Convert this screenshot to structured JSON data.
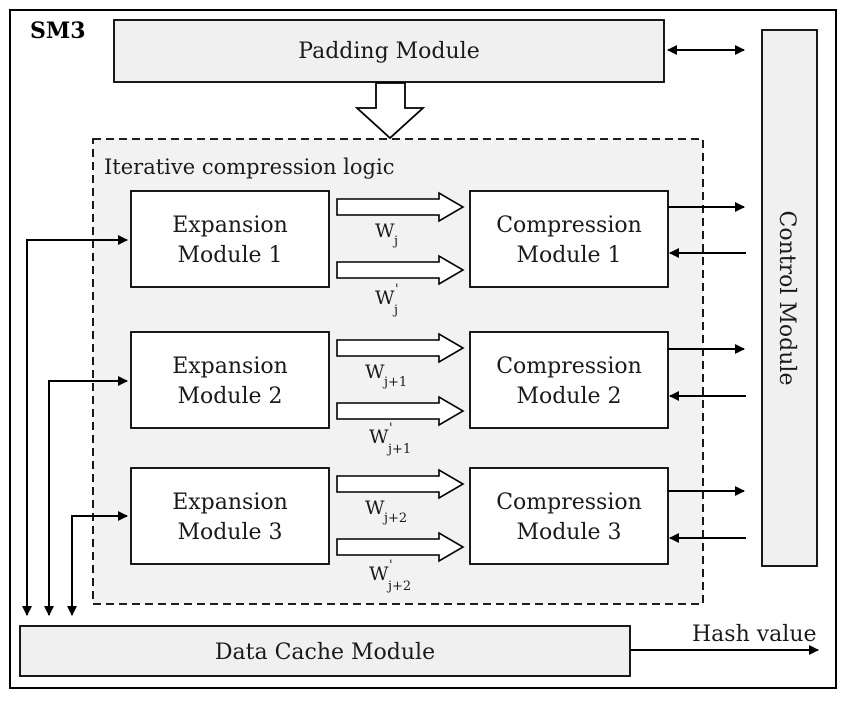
{
  "title": "SM3",
  "padding_module": "Padding Module",
  "control_module": "Control Module",
  "group_label": "Iterative compression logic",
  "data_cache_module": "Data Cache Module",
  "hash_value": "Hash value",
  "expansion": [
    {
      "line1": "Expansion",
      "line2": "Module 1"
    },
    {
      "line1": "Expansion",
      "line2": "Module 2"
    },
    {
      "line1": "Expansion",
      "line2": "Module 3"
    }
  ],
  "compression": [
    {
      "line1": "Compression",
      "line2": "Module 1"
    },
    {
      "line1": "Compression",
      "line2": "Module 2"
    },
    {
      "line1": "Compression",
      "line2": "Module 3"
    }
  ],
  "w_labels": [
    {
      "w": "W",
      "sub": "j",
      "prime": "W",
      "prime_mark": "'",
      "prime_sub": "j"
    },
    {
      "w": "W",
      "sub": "j+1",
      "prime": "W",
      "prime_mark": "'",
      "prime_sub": "j+1"
    },
    {
      "w": "W",
      "sub": "j+2",
      "prime": "W",
      "prime_mark": "'",
      "prime_sub": "j+2"
    }
  ],
  "colors": {
    "box_fill": "#f0f0f0",
    "group_fill": "#f2f2f2",
    "stroke": "#000000"
  }
}
